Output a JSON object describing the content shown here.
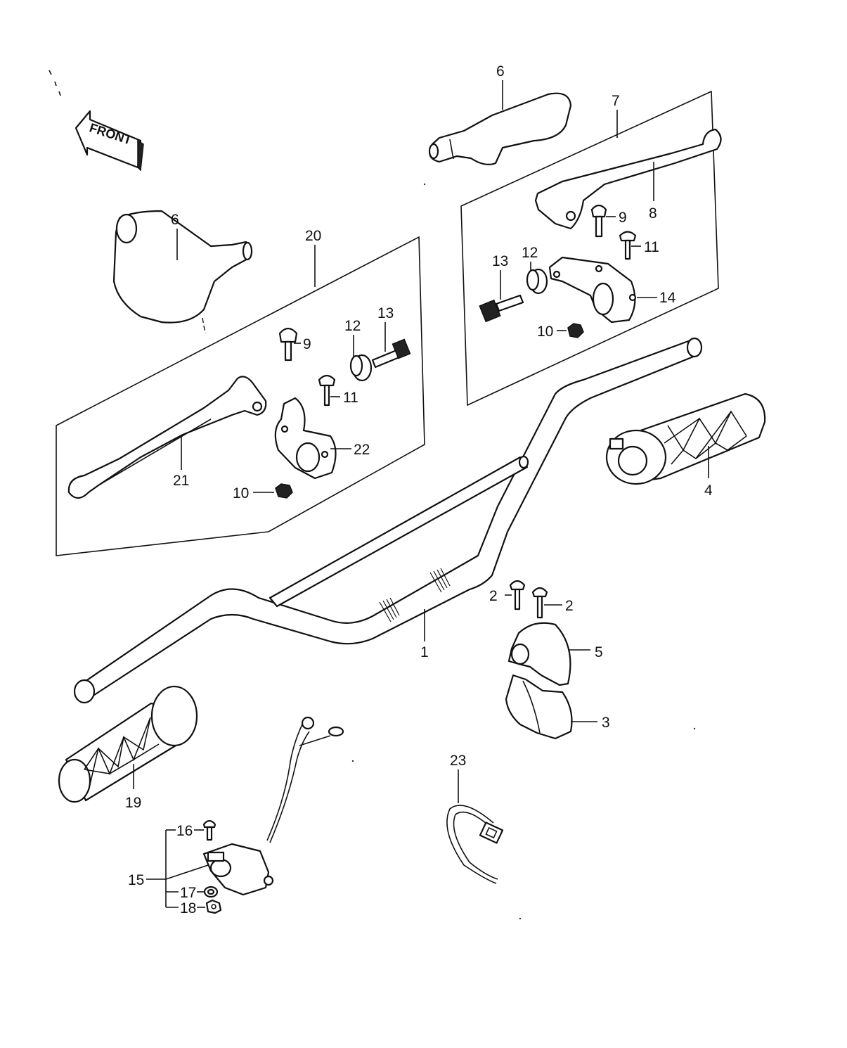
{
  "front_arrow": {
    "text": "FRONT"
  },
  "callouts": {
    "c1": "1",
    "c2a": "2",
    "c2b": "2",
    "c3": "3",
    "c4": "4",
    "c5": "5",
    "c6a": "6",
    "c6b": "6",
    "c7": "7",
    "c8": "8",
    "c9a": "9",
    "c9b": "9",
    "c10a": "10",
    "c10b": "10",
    "c11a": "11",
    "c11b": "11",
    "c12a": "12",
    "c12b": "12",
    "c13a": "13",
    "c13b": "13",
    "c14": "14",
    "c15": "15",
    "c16": "16",
    "c17": "17",
    "c18": "18",
    "c19": "19",
    "c20": "20",
    "c21": "21",
    "c22": "22",
    "c23": "23"
  }
}
